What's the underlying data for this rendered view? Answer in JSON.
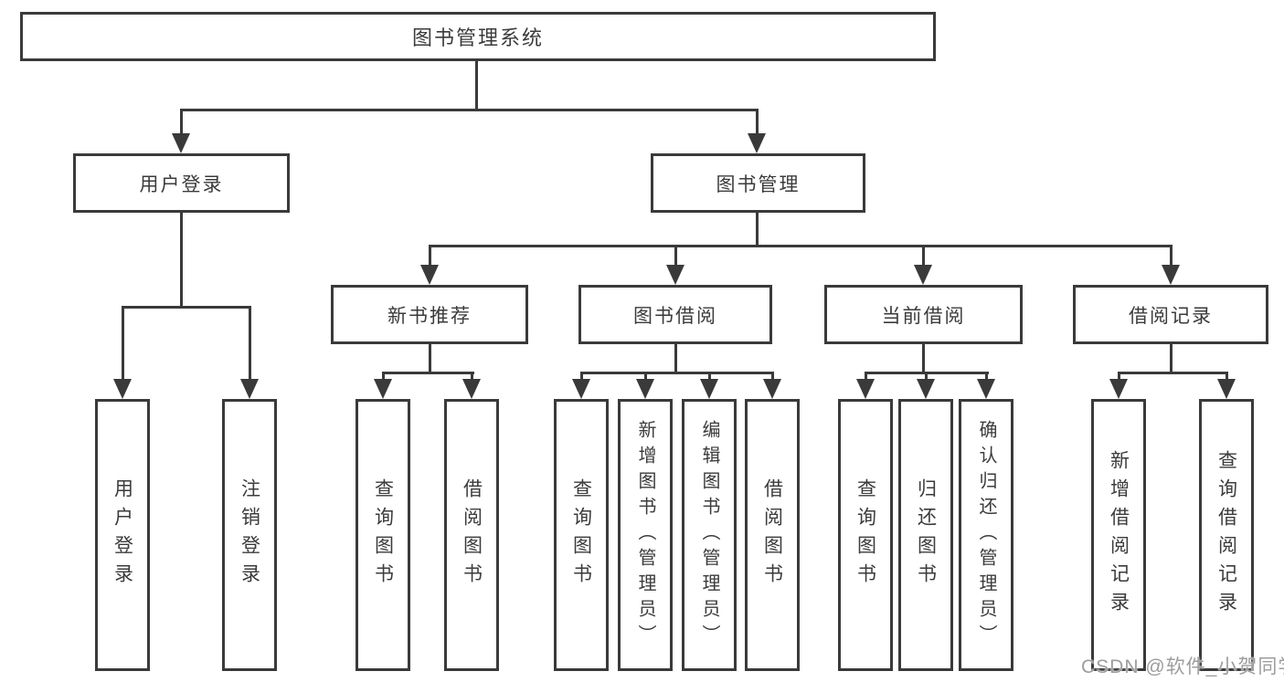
{
  "diagram": {
    "root": {
      "label": "图书管理系统",
      "children": [
        {
          "label": "用户登录",
          "children": [
            {
              "label": "用户登录"
            },
            {
              "label": "注销登录"
            }
          ]
        },
        {
          "label": "图书管理",
          "children": [
            {
              "label": "新书推荐",
              "children": [
                {
                  "label": "查询图书"
                },
                {
                  "label": "借阅图书"
                }
              ]
            },
            {
              "label": "图书借阅",
              "children": [
                {
                  "label": "查询图书"
                },
                {
                  "label": "新增图书（管理员）"
                },
                {
                  "label": "编辑图书（管理员）"
                },
                {
                  "label": "借阅图书"
                }
              ]
            },
            {
              "label": "当前借阅",
              "children": [
                {
                  "label": "查询图书"
                },
                {
                  "label": "归还图书"
                },
                {
                  "label": "确认归还（管理员）"
                }
              ]
            },
            {
              "label": "借阅记录",
              "children": [
                {
                  "label": "新增借阅记录"
                },
                {
                  "label": "查询借阅记录"
                }
              ]
            }
          ]
        }
      ]
    }
  },
  "watermark": "CSDN @软件_小贺同学",
  "colors": {
    "line": "#3a3a3a",
    "text": "#3b3b3b",
    "background": "#ffffff",
    "watermark": "#9d9d9d"
  }
}
